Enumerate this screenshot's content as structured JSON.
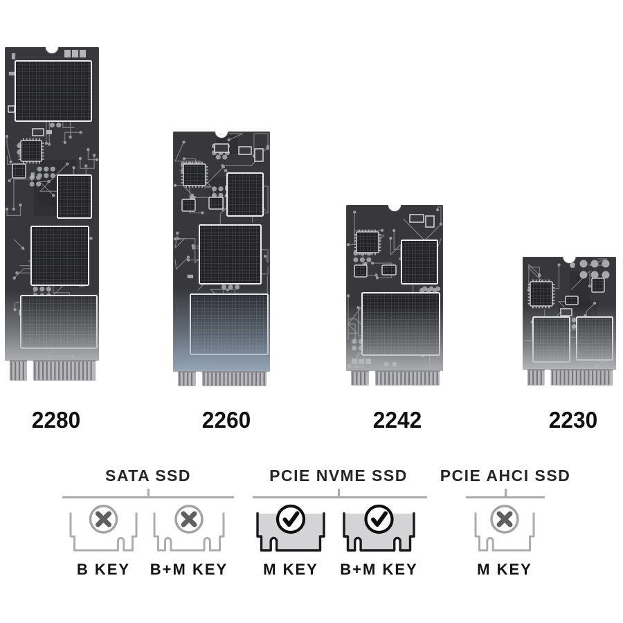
{
  "cards": [
    {
      "label": "2280"
    },
    {
      "label": "2260"
    },
    {
      "label": "2242"
    },
    {
      "label": "2230"
    }
  ],
  "groups": [
    {
      "title": "SATA SSD",
      "keys": [
        {
          "label": "B KEY",
          "slot_type": "B",
          "status": "incompatible"
        },
        {
          "label": "B+M KEY",
          "slot_type": "BM",
          "status": "incompatible"
        }
      ]
    },
    {
      "title": "PCIE NVME SSD",
      "keys": [
        {
          "label": "M KEY",
          "slot_type": "M",
          "status": "compatible"
        },
        {
          "label": "B+M KEY",
          "slot_type": "BM",
          "status": "compatible"
        }
      ]
    },
    {
      "title": "PCIE AHCI SSD",
      "keys": [
        {
          "label": "M KEY",
          "slot_type": "M",
          "status": "incompatible"
        }
      ]
    }
  ],
  "icons": {
    "compatible": "check-icon",
    "incompatible": "cross-icon"
  },
  "colors": {
    "background": "#ffffff",
    "label_text": "#111111",
    "header_text": "#262626",
    "bracket": "#a9a9a9",
    "key_outline_inactive": "#adadad",
    "key_outline_active": "#1a1a1a",
    "key_fill_active": "#d4d4d6",
    "cross_glyph": "#5f5f5f",
    "cross_ring": "#a3a3a3",
    "check_glyph": "#0f0f0f",
    "pcb_body": "#38383c",
    "pcb_trace": "#8d8d92",
    "pcb_chip": "#242428",
    "pcb_chip_border": "#ededef",
    "connector_gold": "#b7b7bb",
    "connector_stripe": "#75757a"
  }
}
